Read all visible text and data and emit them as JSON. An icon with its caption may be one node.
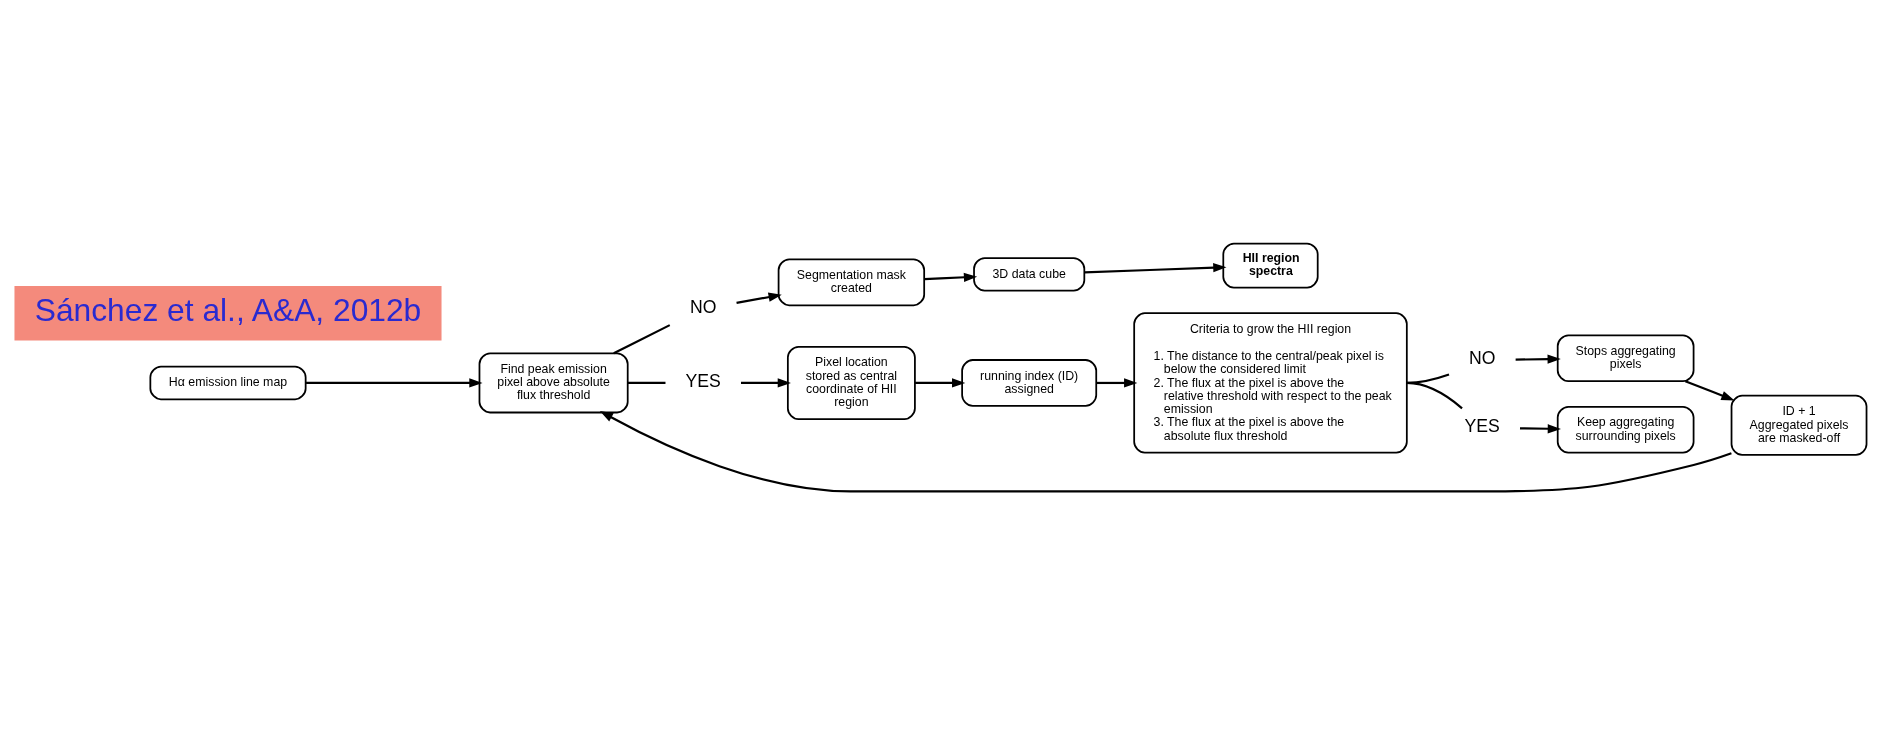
{
  "diagram": {
    "nodes": [
      {
        "text": [
          "Hα emission line map"
        ]
      },
      {
        "text": [
          "Find peak emission pixel above absolute flux threshold"
        ]
      },
      {
        "text": [
          "NO"
        ]
      },
      {
        "text": [
          "YES"
        ]
      },
      {
        "text": [
          "Pixel location stored as central coordinate of HII region"
        ]
      },
      {
        "text": [
          "running index (ID) assigned"
        ]
      },
      {
        "text": [
          "Criteria to grow the HII region",
          "1. The distance to the central/peak pixel is below the considered limit",
          "2. The flux at the pixel is above the relative threshold with respect to the peak emission",
          "3. The flux at the pixel is above the absolute flux threshold"
        ]
      },
      {
        "text": [
          "NO"
        ]
      },
      {
        "text": [
          "YES"
        ]
      },
      {
        "text": [
          "Stops aggregating pixels"
        ]
      },
      {
        "text": [
          "Keep aggregating surrounding pixels"
        ]
      },
      {
        "text": [
          "ID + 1",
          "Aggregated pixels are masked-off"
        ]
      },
      {
        "text": [
          "HII region spectra"
        ]
      },
      {
        "text": [
          "3D data cube"
        ]
      },
      {
        "text": [
          "Segmentation mask created"
        ]
      }
    ],
    "edges": [
      {
        "from": 0,
        "to": 1,
        "arrow": "to"
      },
      {
        "from": 1,
        "to": 2,
        "arrow": "none"
      },
      {
        "from": 1,
        "to": 3,
        "arrow": "none"
      },
      {
        "from": 2,
        "to": 14,
        "arrow": "to"
      },
      {
        "from": 3,
        "to": 4,
        "arrow": "to"
      },
      {
        "from": 4,
        "to": 5,
        "arrow": "to"
      },
      {
        "from": 5,
        "to": 6,
        "arrow": "to"
      },
      {
        "from": 6,
        "to": 7,
        "arrow": "none"
      },
      {
        "from": 6,
        "to": 8,
        "arrow": "none"
      },
      {
        "from": 7,
        "to": 9,
        "arrow": "to"
      },
      {
        "from": 8,
        "to": 10,
        "arrow": "to"
      },
      {
        "from": 9,
        "to": 11,
        "arrow": "to"
      },
      {
        "from": 11,
        "to": 1,
        "arrow": "to"
      },
      {
        "from": 14,
        "to": 13,
        "arrow": "to"
      },
      {
        "from": 13,
        "to": 12,
        "arrow": "to"
      }
    ],
    "labels": [
      "Sánchez et al., A&A, 2012b"
    ]
  }
}
